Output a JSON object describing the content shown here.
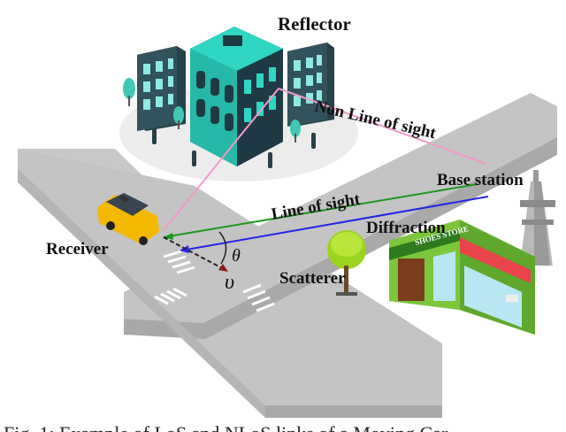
{
  "labels": {
    "reflector": "Reflector",
    "non_los": "Non Line of sight",
    "base_station": "Base station",
    "los": "Line of sight",
    "diffraction": "Diffraction",
    "receiver": "Receiver",
    "theta": "θ",
    "velocity": "υ",
    "scatterer": "Scatterer",
    "store_sign": "SHOES STORE"
  },
  "caption": "Fig. 1: Example of LoS and NLoS links of a Moving Car",
  "colors": {
    "road": "#c4c4c4",
    "road_dark": "#a9a9a9",
    "building_teal": "#2fd6c4",
    "building_dark": "#1f3a44",
    "store_green": "#7cc63a",
    "los_line": "#1a9a1a",
    "nlos_line": "#f29ac8",
    "diffraction_line": "#2424e8",
    "taxi": "#f5b800"
  }
}
